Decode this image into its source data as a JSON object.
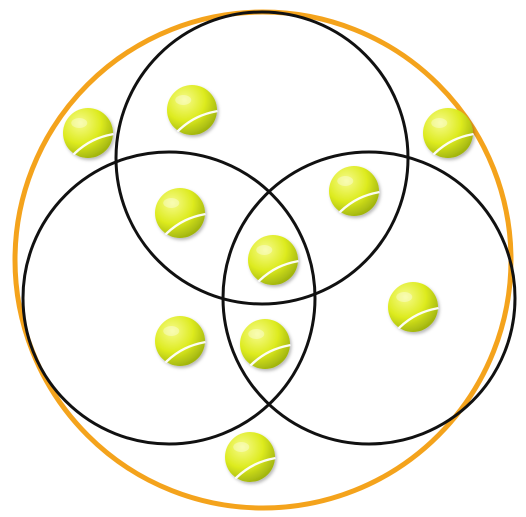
{
  "diagram": {
    "type": "venn-3-set-with-universe",
    "colors": {
      "universe_stroke": "#F4A31C",
      "set_stroke": "#111111",
      "ball_fill": "#DDEB1F",
      "ball_highlight": "#F6FB8A",
      "ball_shadow": "#9DB10E",
      "ball_seam": "#FFFFFF",
      "background": "#FFFFFF"
    },
    "sets": [
      {
        "id": "top",
        "label": ""
      },
      {
        "id": "left",
        "label": ""
      },
      {
        "id": "right",
        "label": ""
      }
    ],
    "regions": [
      {
        "region": "top-only",
        "ball_count": 1
      },
      {
        "region": "left-only",
        "ball_count": 1
      },
      {
        "region": "right-only",
        "ball_count": 1
      },
      {
        "region": "top-left",
        "ball_count": 1
      },
      {
        "region": "top-right",
        "ball_count": 1
      },
      {
        "region": "left-right",
        "ball_count": 1
      },
      {
        "region": "top-left-right",
        "ball_count": 1
      },
      {
        "region": "outside-sets",
        "ball_count": 3
      }
    ],
    "total_balls": 10,
    "icon": "tennis-ball-icon"
  }
}
